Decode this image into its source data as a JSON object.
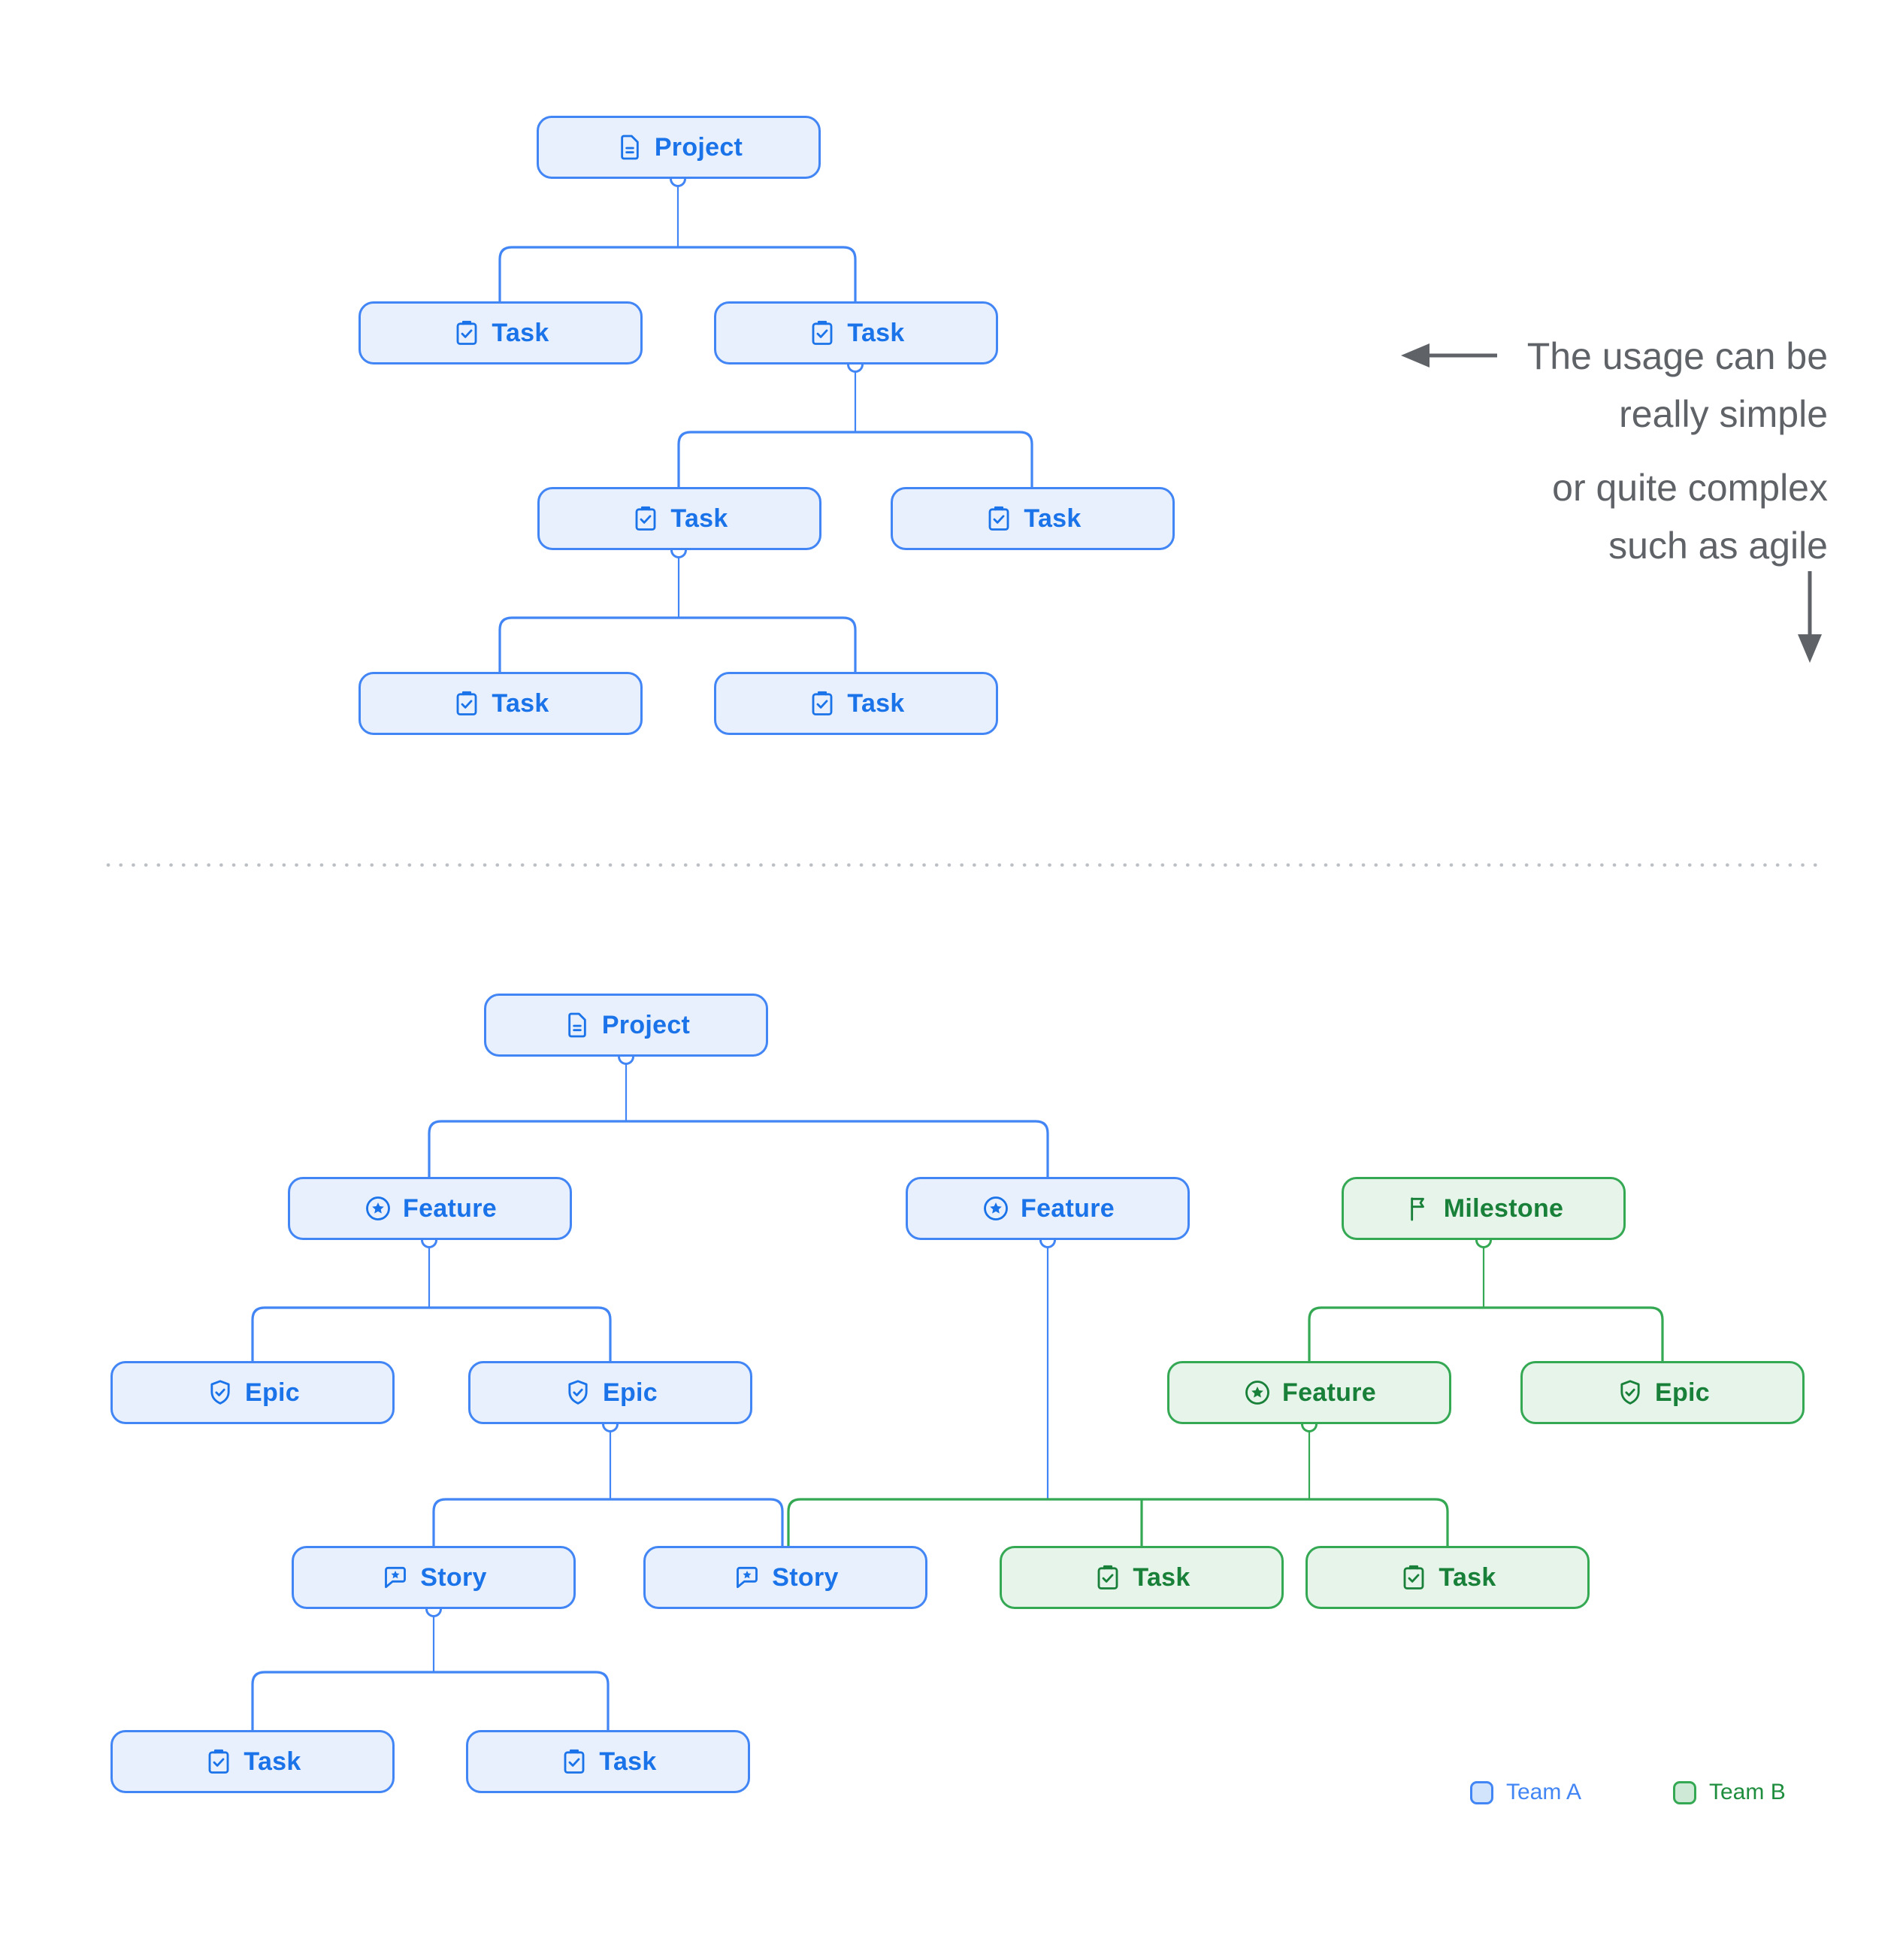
{
  "annotation": {
    "line1": "The usage can be",
    "line2": "really simple",
    "line3": "or quite complex",
    "line4": "such as agile"
  },
  "legend": {
    "team_a": "Team A",
    "team_b": "Team B"
  },
  "colors": {
    "team_a_border": "#4285F4",
    "team_a_fill": "#E8F0FE",
    "team_a_text": "#1A73E8",
    "team_b_border": "#34A853",
    "team_b_fill": "#E6F4EA",
    "team_b_text": "#188038",
    "annotation_text": "#5F6368",
    "divider_dots": "#BDC1C6"
  },
  "tree1": {
    "nodes": [
      {
        "label": "Project",
        "icon": "document-icon",
        "team": "A"
      },
      {
        "label": "Task",
        "icon": "task-icon",
        "team": "A"
      },
      {
        "label": "Task",
        "icon": "task-icon",
        "team": "A"
      },
      {
        "label": "Task",
        "icon": "task-icon",
        "team": "A"
      },
      {
        "label": "Task",
        "icon": "task-icon",
        "team": "A"
      },
      {
        "label": "Task",
        "icon": "task-icon",
        "team": "A"
      },
      {
        "label": "Task",
        "icon": "task-icon",
        "team": "A"
      }
    ]
  },
  "tree2": {
    "nodes": [
      {
        "label": "Project",
        "icon": "document-icon",
        "team": "A"
      },
      {
        "label": "Feature",
        "icon": "feature-star-icon",
        "team": "A"
      },
      {
        "label": "Feature",
        "icon": "feature-star-icon",
        "team": "A"
      },
      {
        "label": "Milestone",
        "icon": "flag-icon",
        "team": "B"
      },
      {
        "label": "Epic",
        "icon": "epic-shield-icon",
        "team": "A"
      },
      {
        "label": "Epic",
        "icon": "epic-shield-icon",
        "team": "A"
      },
      {
        "label": "Feature",
        "icon": "feature-star-icon",
        "team": "B"
      },
      {
        "label": "Epic",
        "icon": "epic-shield-icon",
        "team": "B"
      },
      {
        "label": "Story",
        "icon": "story-bubble-icon",
        "team": "A"
      },
      {
        "label": "Story",
        "icon": "story-bubble-icon",
        "team": "A"
      },
      {
        "label": "Task",
        "icon": "task-icon",
        "team": "B"
      },
      {
        "label": "Task",
        "icon": "task-icon",
        "team": "B"
      },
      {
        "label": "Task",
        "icon": "task-icon",
        "team": "A"
      },
      {
        "label": "Task",
        "icon": "task-icon",
        "team": "A"
      }
    ]
  }
}
